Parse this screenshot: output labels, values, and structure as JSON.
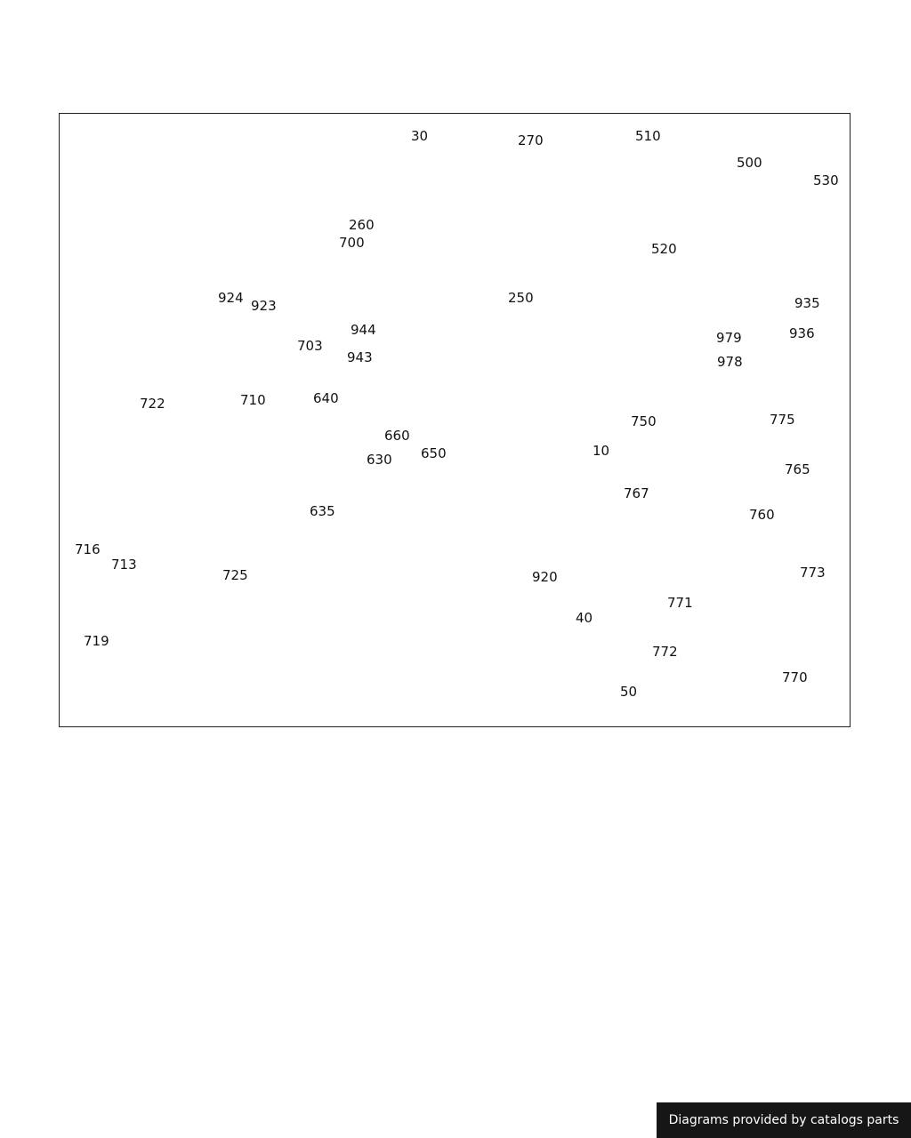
{
  "footer": {
    "credit": "Diagrams provided by catalogs parts"
  },
  "callouts": {
    "c30": "30",
    "c270": "270",
    "c510": "510",
    "c500": "500",
    "c530": "530",
    "c260": "260",
    "c700": "700",
    "c520": "520",
    "c924": "924",
    "c923": "923",
    "c250": "250",
    "c935": "935",
    "c936": "936",
    "c703": "703",
    "c944": "944",
    "c979": "979",
    "c943": "943",
    "c978": "978",
    "c710": "710",
    "c722": "722",
    "c640": "640",
    "c660": "660",
    "c750": "750",
    "c775": "775",
    "c630": "630",
    "c650": "650",
    "c10": "10",
    "c765": "765",
    "c767": "767",
    "c716": "716",
    "c635": "635",
    "c760": "760",
    "c713": "713",
    "c725": "725",
    "c920": "920",
    "c773": "773",
    "c40": "40",
    "c771": "771",
    "c719": "719",
    "c772": "772",
    "c770": "770",
    "c50": "50"
  }
}
